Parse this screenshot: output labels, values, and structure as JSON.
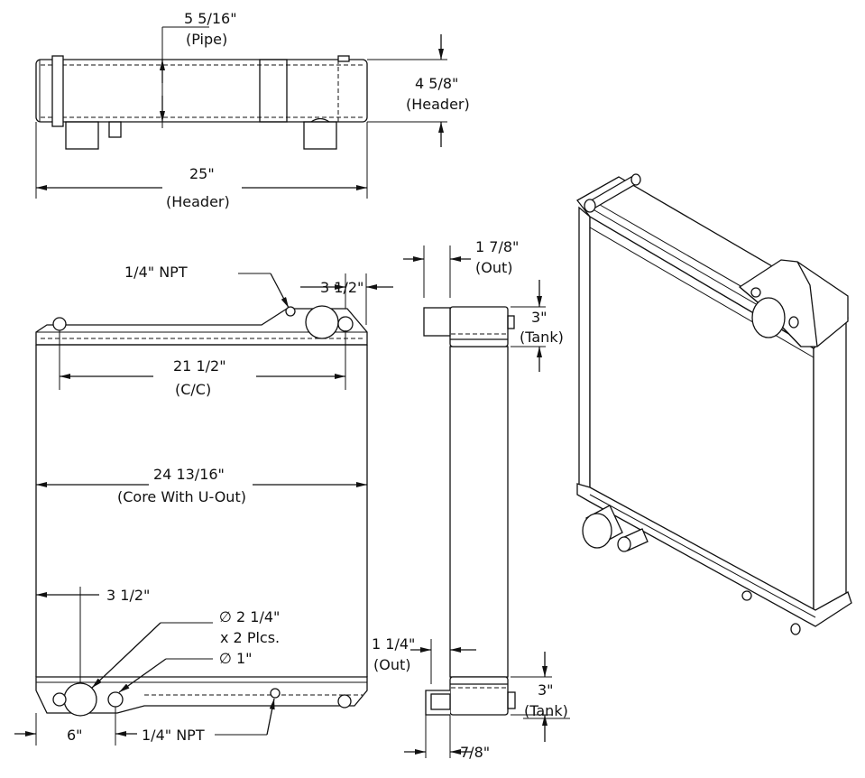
{
  "top_view": {
    "pipe_dim": "5 5/16\"",
    "pipe_note": "(Pipe)",
    "header_height_dim": "4 5/8\"",
    "header_height_note": "(Header)",
    "header_width_dim": "25\"",
    "header_width_note": "(Header)"
  },
  "front_view": {
    "npt_top": "1/4\" NPT",
    "inlet_offset": "3 1/2\"",
    "cc_dim": "21 1/2\"",
    "cc_note": "(C/C)",
    "core_dim": "24 13/16\"",
    "core_note": "(Core With U-Out)",
    "outlet_offset": "3 1/2\"",
    "pipe_diameter": "2 1/4\"",
    "pipe_count": "x 2 Plcs.",
    "small_diameter": "1\"",
    "bottom_offset": "6\"",
    "npt_bottom": "1/4\" NPT"
  },
  "side_view": {
    "out_top_dim": "1 7/8\"",
    "out_top_note": "(Out)",
    "tank_top_dim": "3\"",
    "tank_top_note": "(Tank)",
    "out_bottom_dim": "1 1/4\"",
    "out_bottom_note": "(Out)",
    "tank_bottom_dim": "3\"",
    "tank_bottom_note": "(Tank)",
    "bottom_dim": "7/8\""
  },
  "symbols": {
    "diameter": "∅"
  }
}
